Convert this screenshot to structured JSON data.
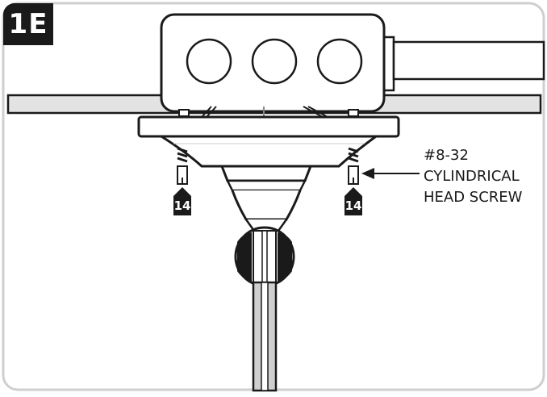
{
  "step": {
    "label": "1E"
  },
  "parts": [
    {
      "number": "14"
    },
    {
      "number": "14"
    }
  ],
  "callout": {
    "lines": [
      "#8-32",
      "CYLINDRICAL",
      "HEAD SCREW"
    ]
  }
}
